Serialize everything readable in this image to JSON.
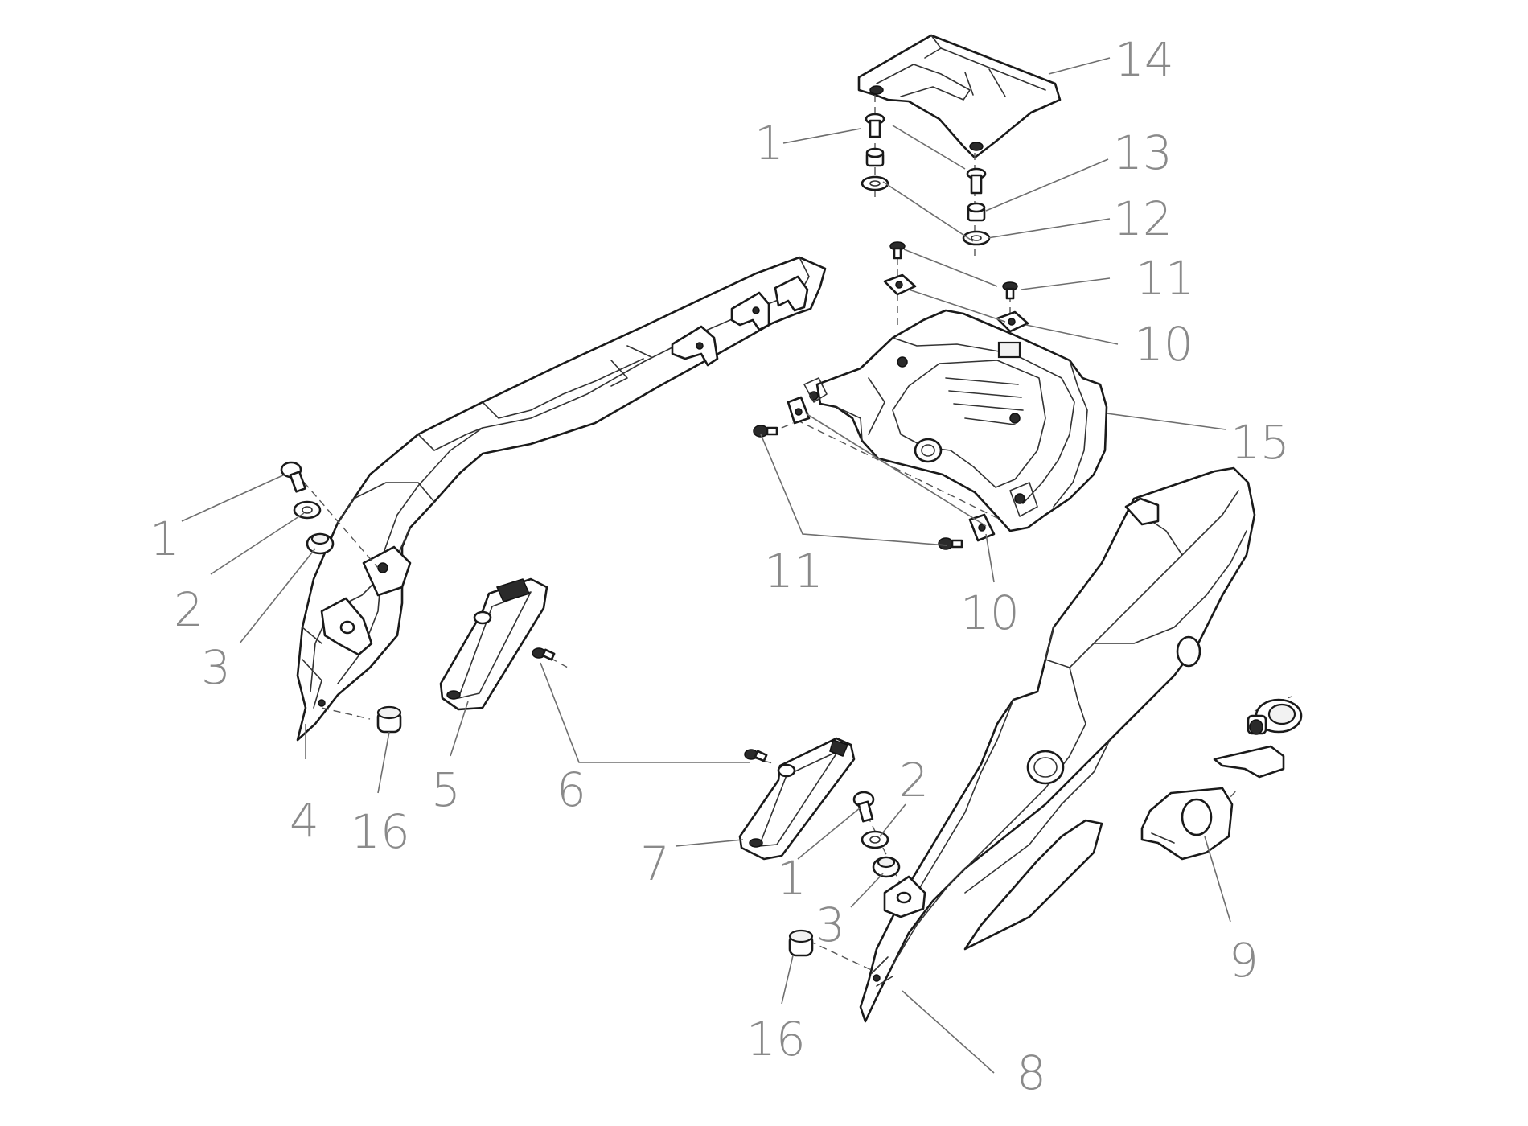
{
  "diagram": {
    "callouts": [
      {
        "id": "c14",
        "text": "14"
      },
      {
        "id": "c1a",
        "text": "1"
      },
      {
        "id": "c13",
        "text": "13"
      },
      {
        "id": "c12",
        "text": "12"
      },
      {
        "id": "c11a",
        "text": "11"
      },
      {
        "id": "c10a",
        "text": "10"
      },
      {
        "id": "c15",
        "text": "15"
      },
      {
        "id": "c11b",
        "text": "11"
      },
      {
        "id": "c10b",
        "text": "10"
      },
      {
        "id": "c1b",
        "text": "1"
      },
      {
        "id": "c2a",
        "text": "2"
      },
      {
        "id": "c3a",
        "text": "3"
      },
      {
        "id": "c4",
        "text": "4"
      },
      {
        "id": "c16a",
        "text": "16"
      },
      {
        "id": "c5",
        "text": "5"
      },
      {
        "id": "c6",
        "text": "6"
      },
      {
        "id": "c7",
        "text": "7"
      },
      {
        "id": "c1c",
        "text": "1"
      },
      {
        "id": "c2b",
        "text": "2"
      },
      {
        "id": "c3b",
        "text": "3"
      },
      {
        "id": "c16b",
        "text": "16"
      },
      {
        "id": "c8",
        "text": "8"
      },
      {
        "id": "c9",
        "text": "9"
      }
    ]
  }
}
